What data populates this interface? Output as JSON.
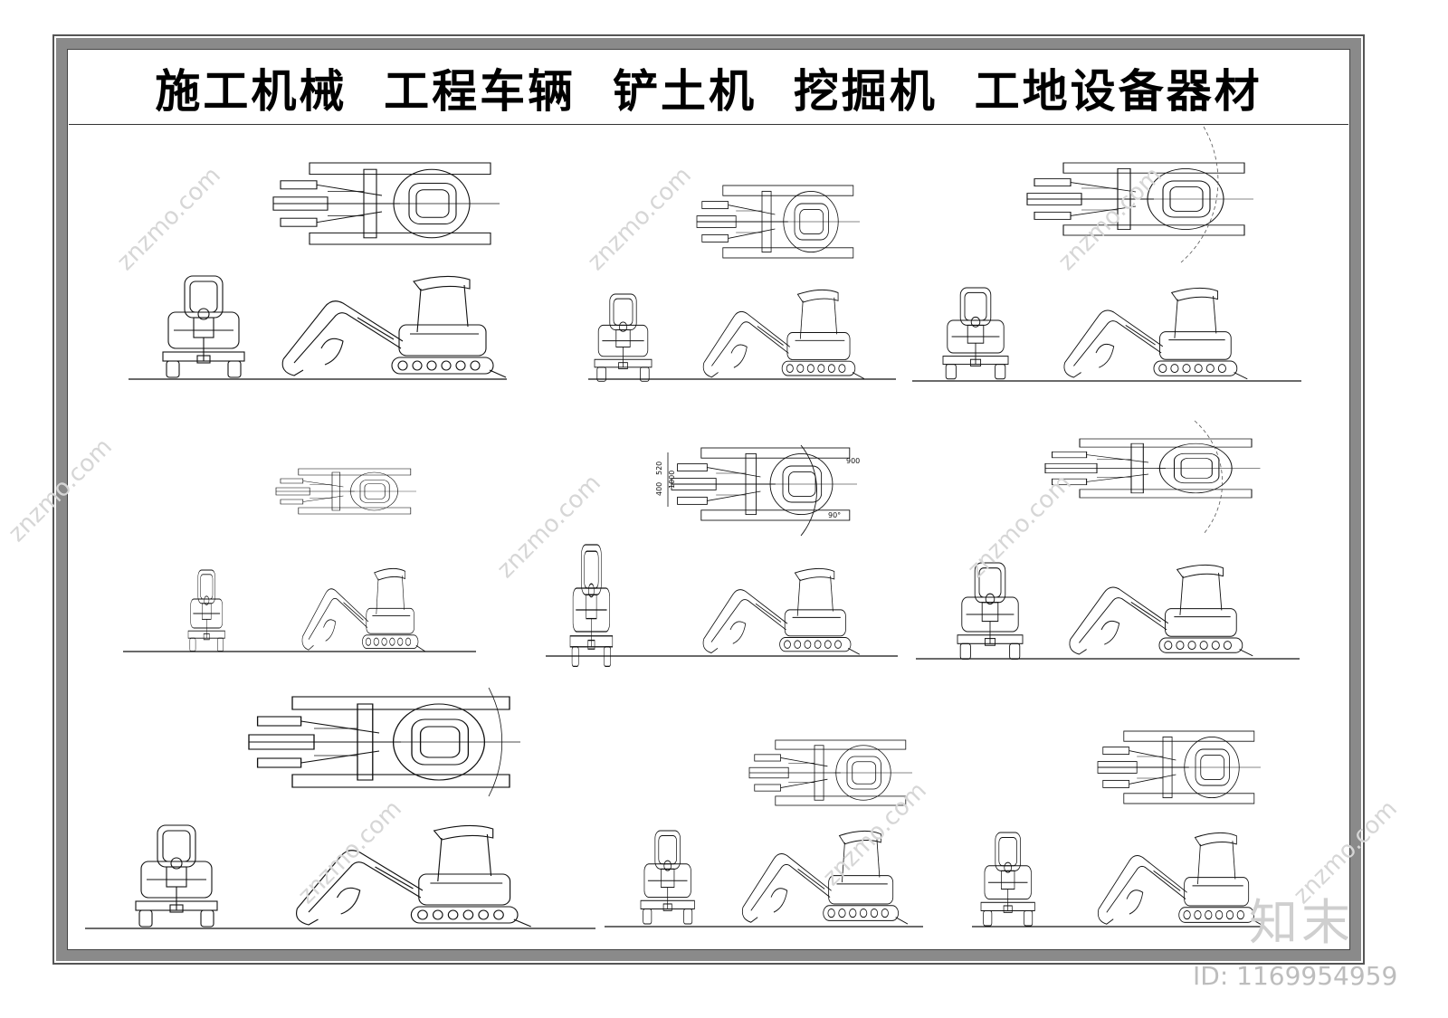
{
  "title": "施工机械  工程车辆  铲土机  挖掘机  工地设备器材",
  "watermark": {
    "site": "znzmo.com",
    "brand": "知末",
    "id": "ID: 1169954959"
  },
  "dimension_labels": [
    "520",
    "400",
    "1000",
    "900",
    "90°"
  ],
  "colors": {
    "line": "#111111",
    "frame": "#8a8a8a",
    "watermark": "#cfcfcf"
  }
}
